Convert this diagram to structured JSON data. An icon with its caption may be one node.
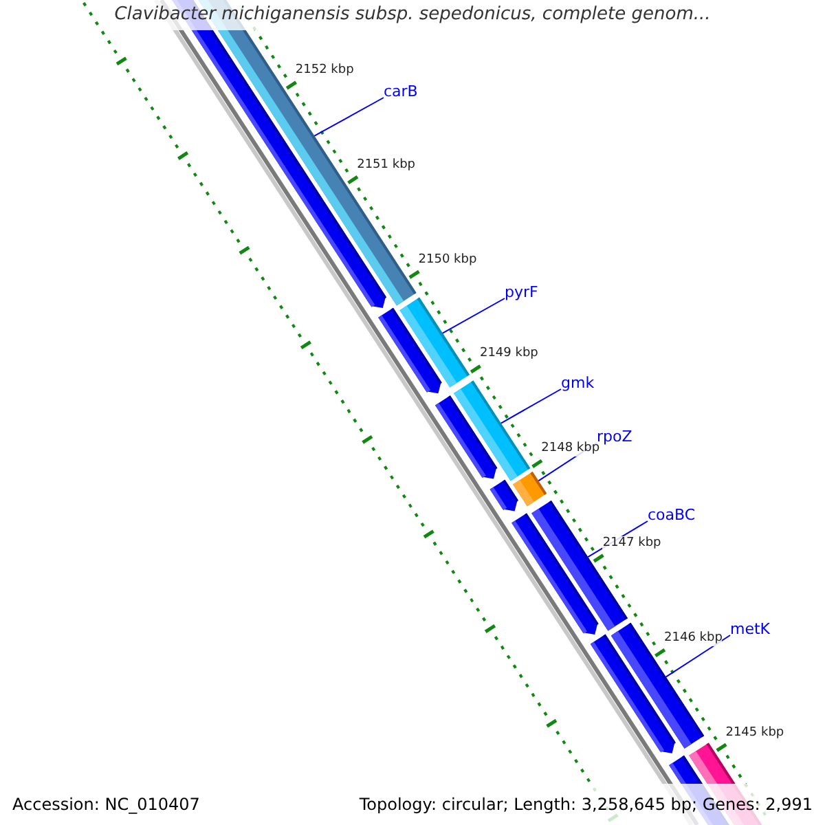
{
  "diagram": {
    "title": "Clavibacter michiganensis subsp. sepedonicus, complete genom...",
    "nodes": [
      {
        "text": [
          "carB"
        ]
      },
      {
        "text": [
          "pyrF"
        ]
      },
      {
        "text": [
          "gmk"
        ]
      },
      {
        "text": [
          "rpoZ"
        ]
      },
      {
        "text": [
          "coaBC"
        ]
      },
      {
        "text": [
          "metK"
        ]
      },
      {
        "text": [],
        "shape": "bar"
      },
      {
        "text": [],
        "shape": "bar"
      },
      {
        "text": [],
        "shape": "bar"
      },
      {
        "text": [],
        "shape": "bar"
      },
      {
        "text": [],
        "shape": "bar"
      },
      {
        "text": [],
        "shape": "bar"
      },
      {
        "text": [],
        "shape": "bar"
      },
      {
        "text": [],
        "shape": "bar"
      },
      {
        "text": [],
        "shape": "bar"
      },
      {
        "text": [],
        "shape": "bar"
      },
      {
        "text": [],
        "shape": "bar"
      },
      {
        "text": [],
        "shape": "bar"
      },
      {
        "text": [],
        "shape": "bar"
      },
      {
        "text": [],
        "shape": "bar"
      }
    ],
    "edges": [
      {
        "from": 0,
        "to": 6,
        "arrow": "none"
      },
      {
        "from": 1,
        "to": 7,
        "arrow": "none"
      },
      {
        "from": 2,
        "to": 8,
        "arrow": "none"
      },
      {
        "from": 3,
        "to": 9,
        "arrow": "none"
      },
      {
        "from": 4,
        "to": 10,
        "arrow": "none"
      },
      {
        "from": 5,
        "to": 11,
        "arrow": "none"
      }
    ],
    "labels": [
      "2152 kbp",
      "2151 kbp",
      "2150 kbp",
      "2149 kbp",
      "2148 kbp",
      "2147 kbp",
      "2146 kbp",
      "2145 kbp",
      "Accession: NC_010407",
      "Topology: circular; Length: 3,258,645 bp; Genes: 2,991"
    ]
  }
}
